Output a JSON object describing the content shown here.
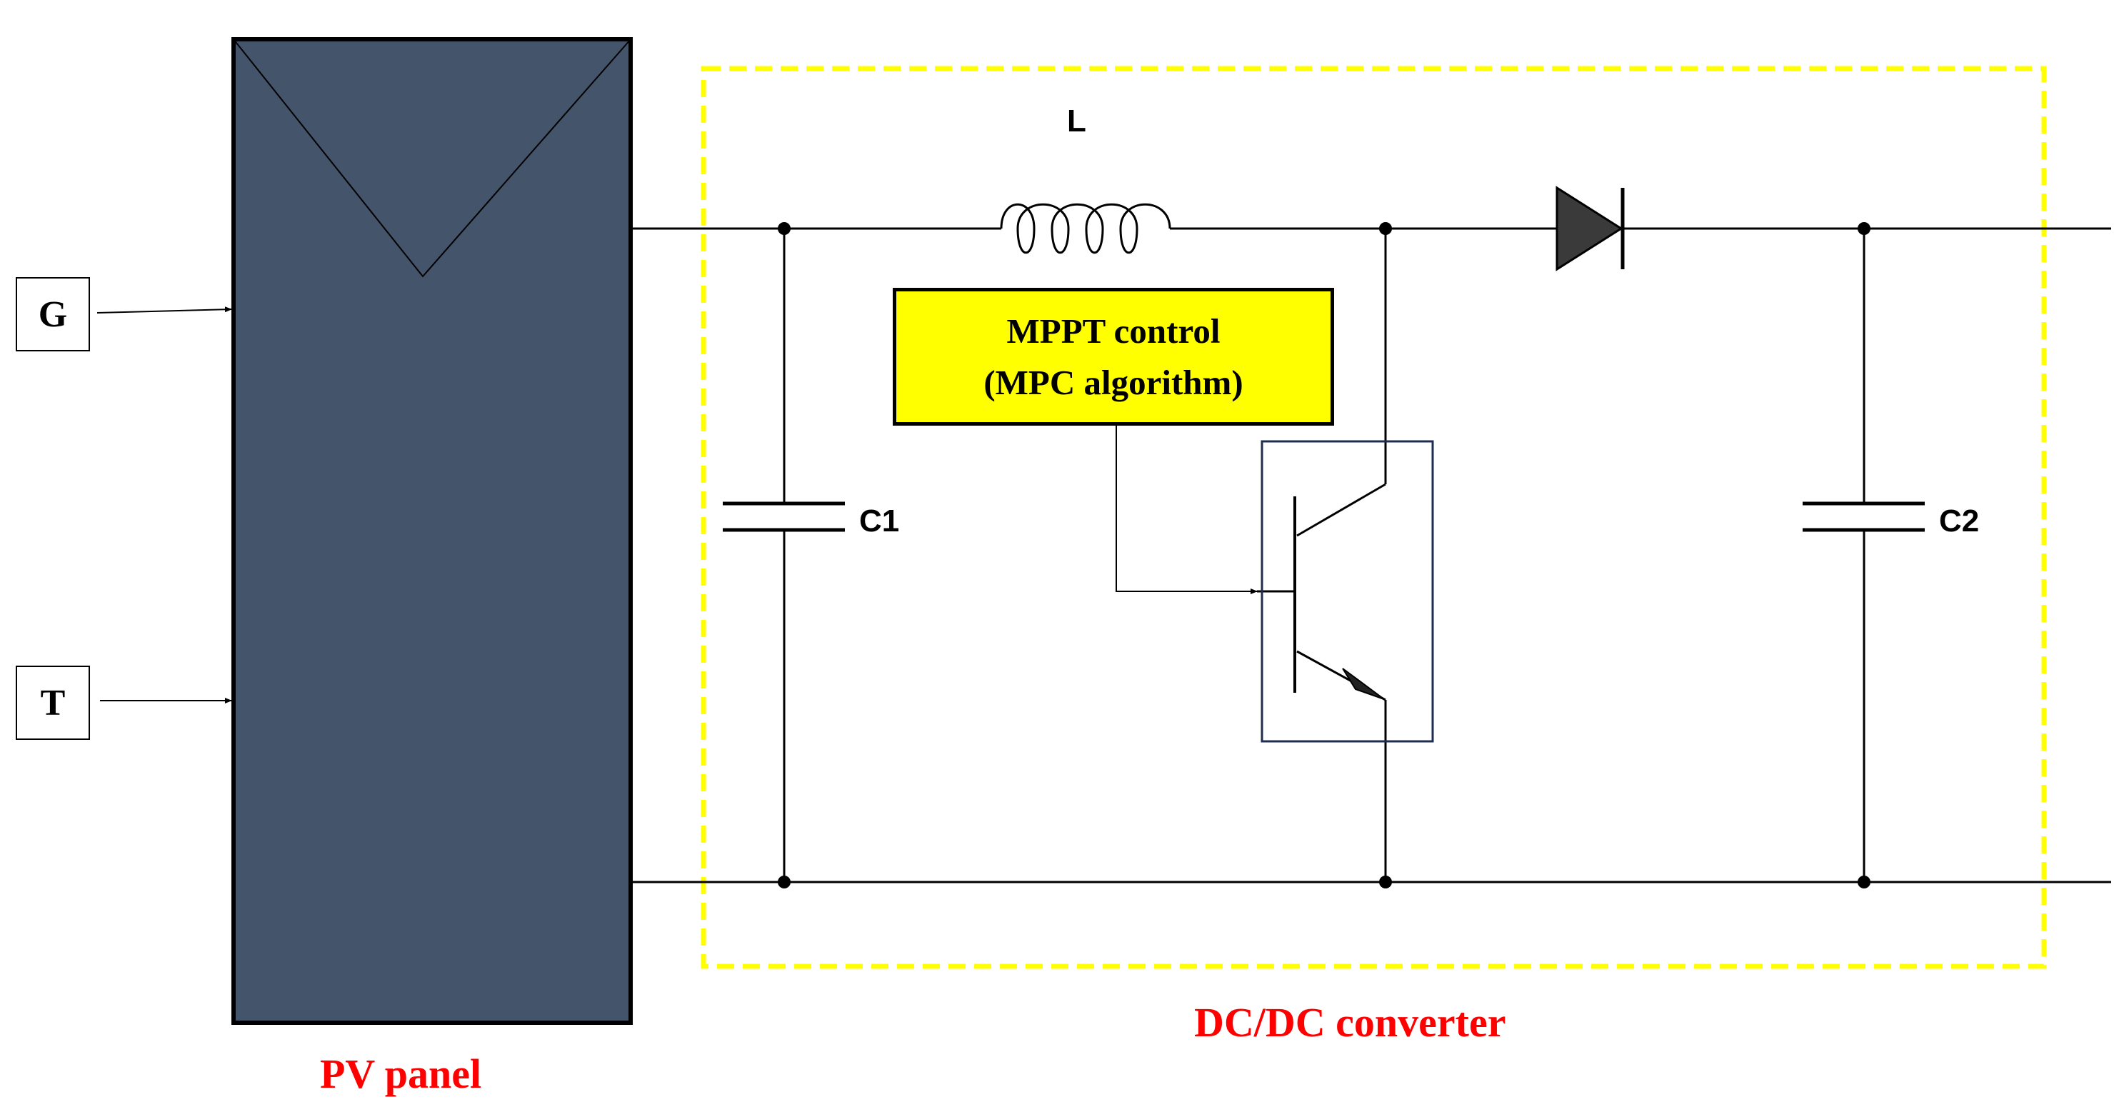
{
  "inputs": {
    "irradiance": "G",
    "temperature": "T"
  },
  "pv_panel": {
    "label": "PV panel"
  },
  "converter": {
    "label": "DC/DC converter"
  },
  "controller": {
    "line1": "MPPT control",
    "line2": "(MPC algorithm)"
  },
  "components": {
    "inductor": "L",
    "input_capacitor": "C1",
    "output_capacitor": "C2"
  },
  "colors": {
    "panel_fill": "#44546a",
    "converter_border": "#ffff00",
    "label_red": "#ff0000",
    "switch_box": "#1f2d4f"
  }
}
